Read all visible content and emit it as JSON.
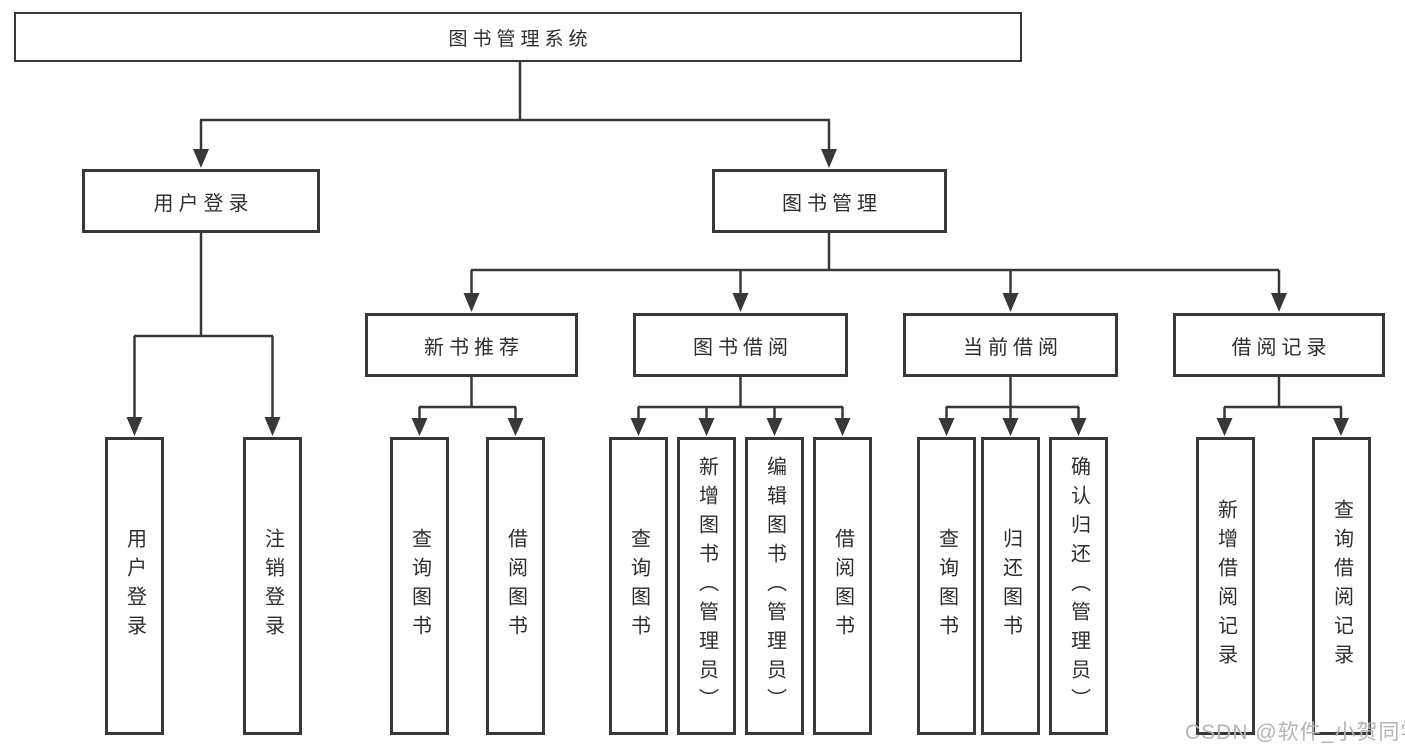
{
  "tree": {
    "root": {
      "label": "图书管理系统",
      "children": [
        {
          "label": "用户登录",
          "children": [
            {
              "label": "用户登录"
            },
            {
              "label": "注销登录"
            }
          ]
        },
        {
          "label": "图书管理",
          "children": [
            {
              "label": "新书推荐",
              "children": [
                {
                  "label": "查询图书"
                },
                {
                  "label": "借阅图书"
                }
              ]
            },
            {
              "label": "图书借阅",
              "children": [
                {
                  "label": "查询图书"
                },
                {
                  "label": "新增图书（管理员）"
                },
                {
                  "label": "编辑图书（管理员）"
                },
                {
                  "label": "借阅图书"
                }
              ]
            },
            {
              "label": "当前借阅",
              "children": [
                {
                  "label": "查询图书"
                },
                {
                  "label": "归还图书"
                },
                {
                  "label": "确认归还（管理员）"
                }
              ]
            },
            {
              "label": "借阅记录",
              "children": [
                {
                  "label": "新增借阅记录"
                },
                {
                  "label": "查询借阅记录"
                }
              ]
            }
          ]
        }
      ]
    }
  },
  "watermark": {
    "text": "CSDN @软件_小贺同学"
  },
  "colors": {
    "line": "#383838",
    "border": "#383838",
    "text": "#2e2e2e",
    "watermark": "#b5b5b5",
    "background": "#ffffff"
  }
}
